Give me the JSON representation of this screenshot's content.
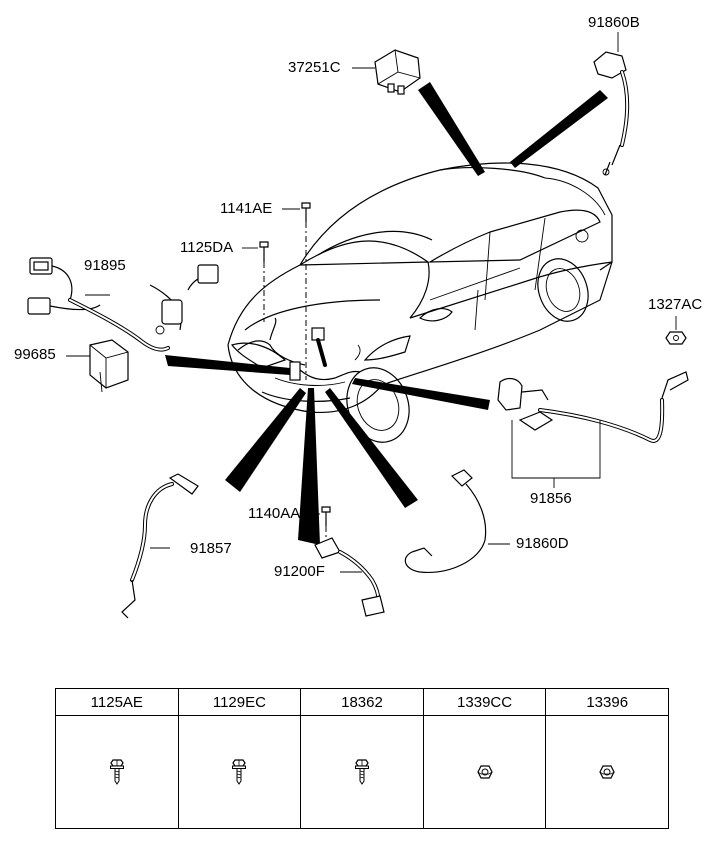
{
  "diagram": {
    "labels": {
      "p37251c": "37251C",
      "p91860b": "91860B",
      "p1141ae": "1141AE",
      "p1125da": "1125DA",
      "p91895": "91895",
      "p99685": "99685",
      "p1327ac": "1327AC",
      "p91856": "91856",
      "p91857": "91857",
      "p1140aa": "1140AA",
      "p91200f": "91200F",
      "p91860d": "91860D"
    }
  },
  "parts_table": {
    "columns": [
      {
        "part_no": "1125AE",
        "icon": "bolt-icon"
      },
      {
        "part_no": "1129EC",
        "icon": "bolt-icon"
      },
      {
        "part_no": "18362",
        "icon": "bolt-icon"
      },
      {
        "part_no": "1339CC",
        "icon": "nut-icon"
      },
      {
        "part_no": "13396",
        "icon": "nut-icon"
      }
    ]
  }
}
